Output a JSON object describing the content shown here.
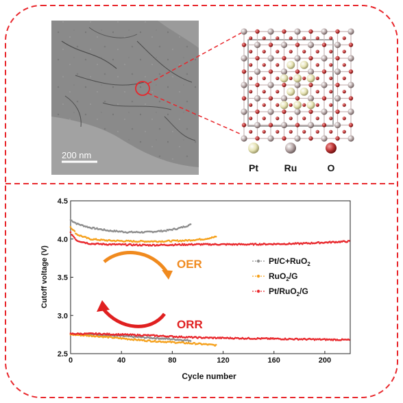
{
  "micrograph": {
    "scale_label": "200 nm"
  },
  "crystal": {
    "legend": [
      {
        "label": "Pt",
        "color": "#e6e3b4"
      },
      {
        "label": "Ru",
        "color": "#b6a6a6"
      },
      {
        "label": "O",
        "color": "#c23a3a"
      }
    ]
  },
  "colors": {
    "frame": "#e8262b",
    "oer_arrow": "#f08a1e",
    "orr_arrow": "#e02020"
  },
  "annotations": {
    "oer": "OER",
    "orr": "ORR"
  },
  "chart_data": {
    "type": "scatter",
    "xlabel": "Cycle number",
    "ylabel": "Cutoff voltage (V)",
    "xlim": [
      0,
      220
    ],
    "ylim": [
      2.5,
      4.5
    ],
    "xticks": [
      "0",
      "40",
      "80",
      "120",
      "160",
      "200"
    ],
    "yticks": [
      "2.5",
      "3.0",
      "3.5",
      "4.0",
      "4.5"
    ],
    "grid": false,
    "legend_position": "right",
    "series": [
      {
        "name": "Pt/C+RuO2",
        "color": "#8c8c8c",
        "oer": {
          "x": [
            0,
            5,
            15,
            30,
            45,
            60,
            75,
            85,
            95
          ],
          "y": [
            4.25,
            4.2,
            4.15,
            4.11,
            4.09,
            4.09,
            4.11,
            4.14,
            4.19
          ]
        },
        "orr": {
          "x": [
            0,
            20,
            40,
            60,
            80,
            95
          ],
          "y": [
            2.76,
            2.75,
            2.73,
            2.71,
            2.69,
            2.67
          ]
        }
      },
      {
        "name": "RuO2/G",
        "color": "#f5a01a",
        "oer": {
          "x": [
            0,
            5,
            15,
            30,
            50,
            70,
            90,
            105,
            115
          ],
          "y": [
            4.16,
            4.06,
            4.0,
            3.98,
            3.97,
            3.97,
            3.98,
            4.0,
            4.03
          ]
        },
        "orr": {
          "x": [
            0,
            20,
            40,
            60,
            80,
            100,
            115
          ],
          "y": [
            2.75,
            2.73,
            2.7,
            2.67,
            2.65,
            2.63,
            2.61
          ]
        }
      },
      {
        "name": "Pt/RuO2/G",
        "color": "#e8262b",
        "oer": {
          "x": [
            0,
            5,
            15,
            30,
            60,
            100,
            140,
            180,
            220
          ],
          "y": [
            4.08,
            3.98,
            3.94,
            3.93,
            3.92,
            3.93,
            3.93,
            3.94,
            3.97
          ]
        },
        "orr": {
          "x": [
            0,
            20,
            60,
            100,
            140,
            180,
            220
          ],
          "y": [
            2.76,
            2.76,
            2.74,
            2.71,
            2.7,
            2.69,
            2.68
          ]
        }
      }
    ]
  }
}
